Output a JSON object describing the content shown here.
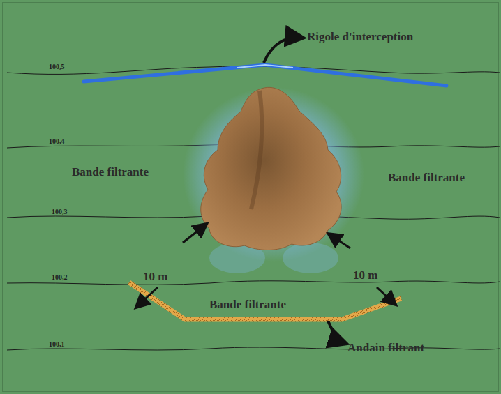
{
  "diagram": {
    "labels": [
      "Rigole d'interception",
      "100,5",
      "100,4",
      "Bande filtrante",
      "Bande filtrante",
      "100,3",
      "10 m",
      "10 m",
      "100,2",
      "Bande filtrante",
      "100,1",
      "Andain filtrant"
    ]
  }
}
